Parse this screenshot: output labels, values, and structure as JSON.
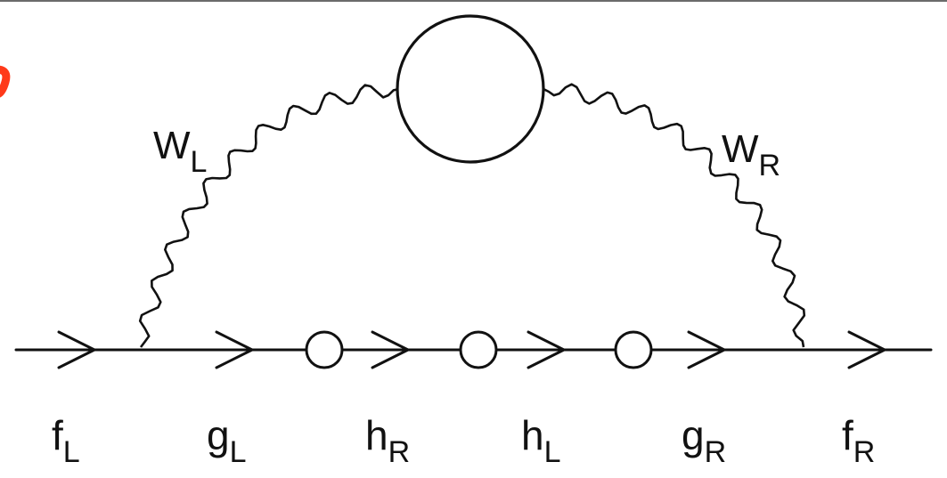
{
  "diagram": {
    "colors": {
      "ink": "#111111",
      "accent": "#ff3a1a",
      "rule": "#6b6b6b"
    },
    "bosons": [
      {
        "id": "wl",
        "base": "W",
        "sub": "L"
      },
      {
        "id": "wr",
        "base": "W",
        "sub": "R"
      }
    ],
    "fermions": [
      {
        "id": "fl",
        "base": "f",
        "sub": "L"
      },
      {
        "id": "gl",
        "base": "g",
        "sub": "L"
      },
      {
        "id": "hr",
        "base": "h",
        "sub": "R"
      },
      {
        "id": "hl",
        "base": "h",
        "sub": "L"
      },
      {
        "id": "gr",
        "base": "g",
        "sub": "R"
      },
      {
        "id": "fr",
        "base": "f",
        "sub": "R"
      }
    ]
  }
}
